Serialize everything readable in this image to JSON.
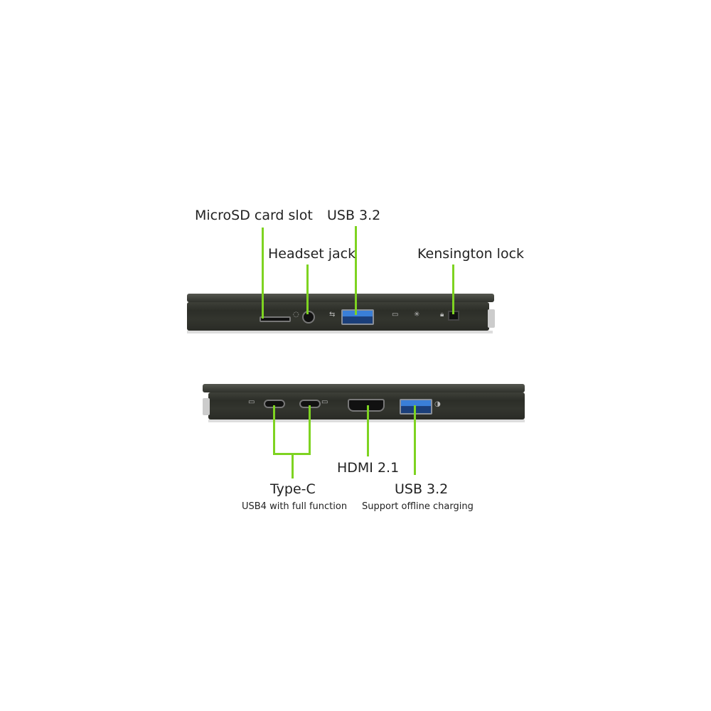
{
  "top_view": {
    "labels": {
      "microsd": "MicroSD card slot",
      "usb": "USB 3.2",
      "headset": "Headset jack",
      "kensington": "Kensington lock"
    }
  },
  "bottom_view": {
    "labels": {
      "typec": "Type-C",
      "typec_sub": "USB4 with full function",
      "hdmi": "HDMI 2.1",
      "usb": "USB 3.2",
      "usb_sub": "Support offline charging"
    }
  },
  "colors": {
    "callout": "#7ed321",
    "chassis": "#2f312b",
    "usb_blue": "#3a7fd8"
  }
}
